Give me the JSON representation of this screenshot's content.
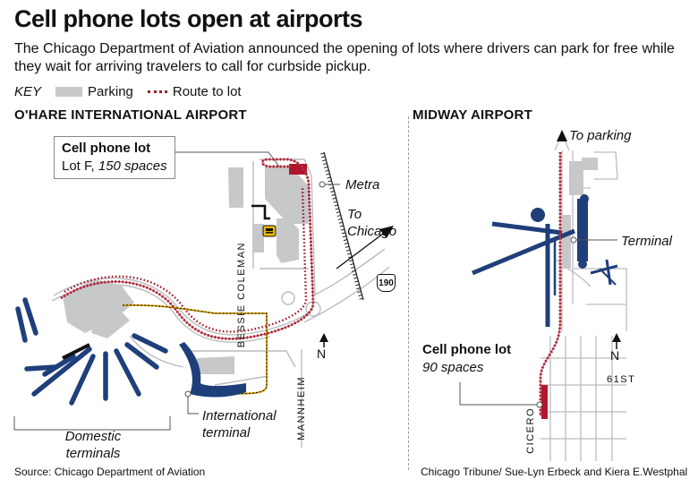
{
  "header": {
    "title": "Cell phone lots open at airports",
    "intro": "The Chicago Department of Aviation announced the opening of lots where drivers can park for free while they wait for arriving travelers to call for curbside pickup."
  },
  "key": {
    "title": "KEY",
    "parking_label": "Parking",
    "route_label": "Route to lot"
  },
  "colors": {
    "parking": "#c6c8ca",
    "terminal": "#1e3f7a",
    "route": "#a01c2c",
    "lot": "#b11630",
    "alt_route": "#d9a300"
  },
  "ohare": {
    "heading": "O'HARE INTERNATIONAL AIRPORT",
    "lot_title": "Cell phone lot",
    "lot_detail_prefix": "Lot F, ",
    "lot_detail_em": "150 spaces",
    "metra": "Metra",
    "to_chicago": "To Chicago",
    "interstate": "190",
    "bessie": "BESSIE COLEMAN",
    "mannheim": "MANNHEIM",
    "north": "N",
    "intl_terminal": "International terminal",
    "domestic_terminals": "Domestic terminals",
    "train_icon": "train-icon"
  },
  "midway": {
    "heading": "MIDWAY AIRPORT",
    "to_parking": "To parking",
    "terminal": "Terminal",
    "lot_title": "Cell phone lot",
    "lot_detail": "90 spaces",
    "north": "N",
    "street_61": "61ST",
    "cicero": "CICERO"
  },
  "credits": {
    "source": "Source: Chicago Department of Aviation",
    "byline": "Chicago Tribune/ Sue-Lyn Erbeck and Kiera E.Westphal"
  }
}
